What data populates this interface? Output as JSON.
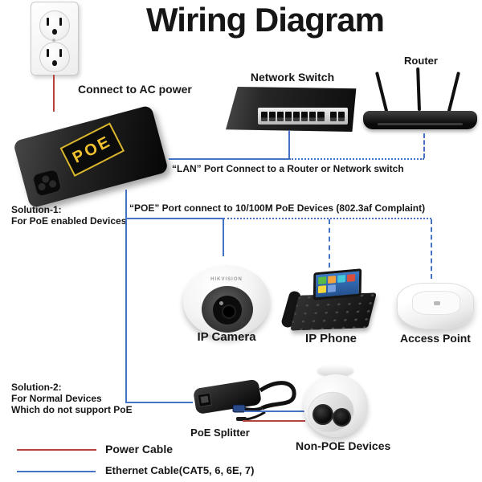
{
  "title": "Wiring Diagram",
  "labels": {
    "connect_ac": "Connect to AC power",
    "poe_injector": "POE",
    "network_switch": "Network Switch",
    "router": "Router",
    "lan_note": "“LAN” Port Connect to a Router or Network switch",
    "poe_note": "“POE” Port connect to 10/100M PoE Devices (802.3af Complaint)",
    "solution1_line1": "Solution-1:",
    "solution1_line2": "For PoE enabled Devices",
    "solution2_line1": "Solution-2:",
    "solution2_line2": "For Normal Devices",
    "solution2_line3": "Which do not support PoE",
    "ip_camera": "IP Camera",
    "ip_phone": "IP Phone",
    "access_point": "Access Point",
    "poe_splitter": "PoE Splitter",
    "non_poe": "Non-POE Devices",
    "camera_brand": "HIKVISION"
  },
  "legend": {
    "power": "Power Cable",
    "ethernet": "Ethernet Cable(CAT5, 6, 6E, 7)"
  },
  "colors": {
    "ethernet_cable": "#4472C4",
    "power_cable": "#B5443C",
    "poe_label_yellow": "#F2C230"
  }
}
